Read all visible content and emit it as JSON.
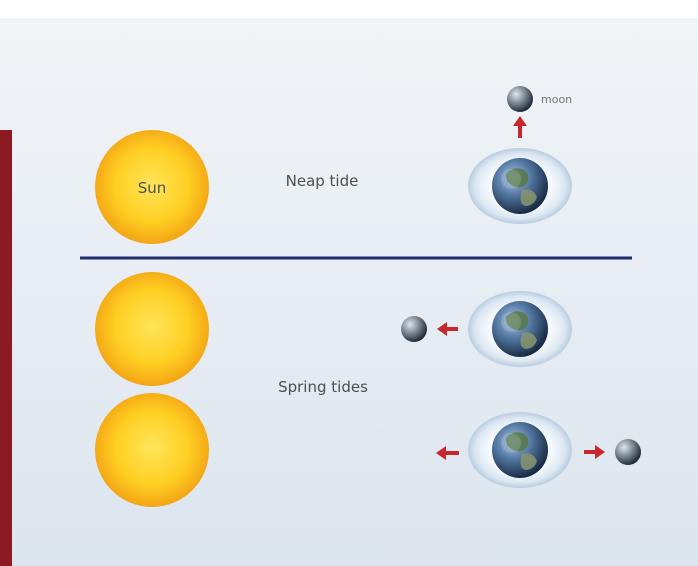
{
  "diagram": {
    "colors": {
      "panel": "#dfe7ef",
      "divider": "#1f2f6e",
      "sun": "#f5b21d",
      "arrow": "#c8282d",
      "red_edge": "#8b1a22",
      "text": "#4a4f57"
    },
    "labels": {
      "sun": "Sun",
      "moon": "moon",
      "neap": "Neap tide",
      "spring": "Spring tides"
    }
  }
}
